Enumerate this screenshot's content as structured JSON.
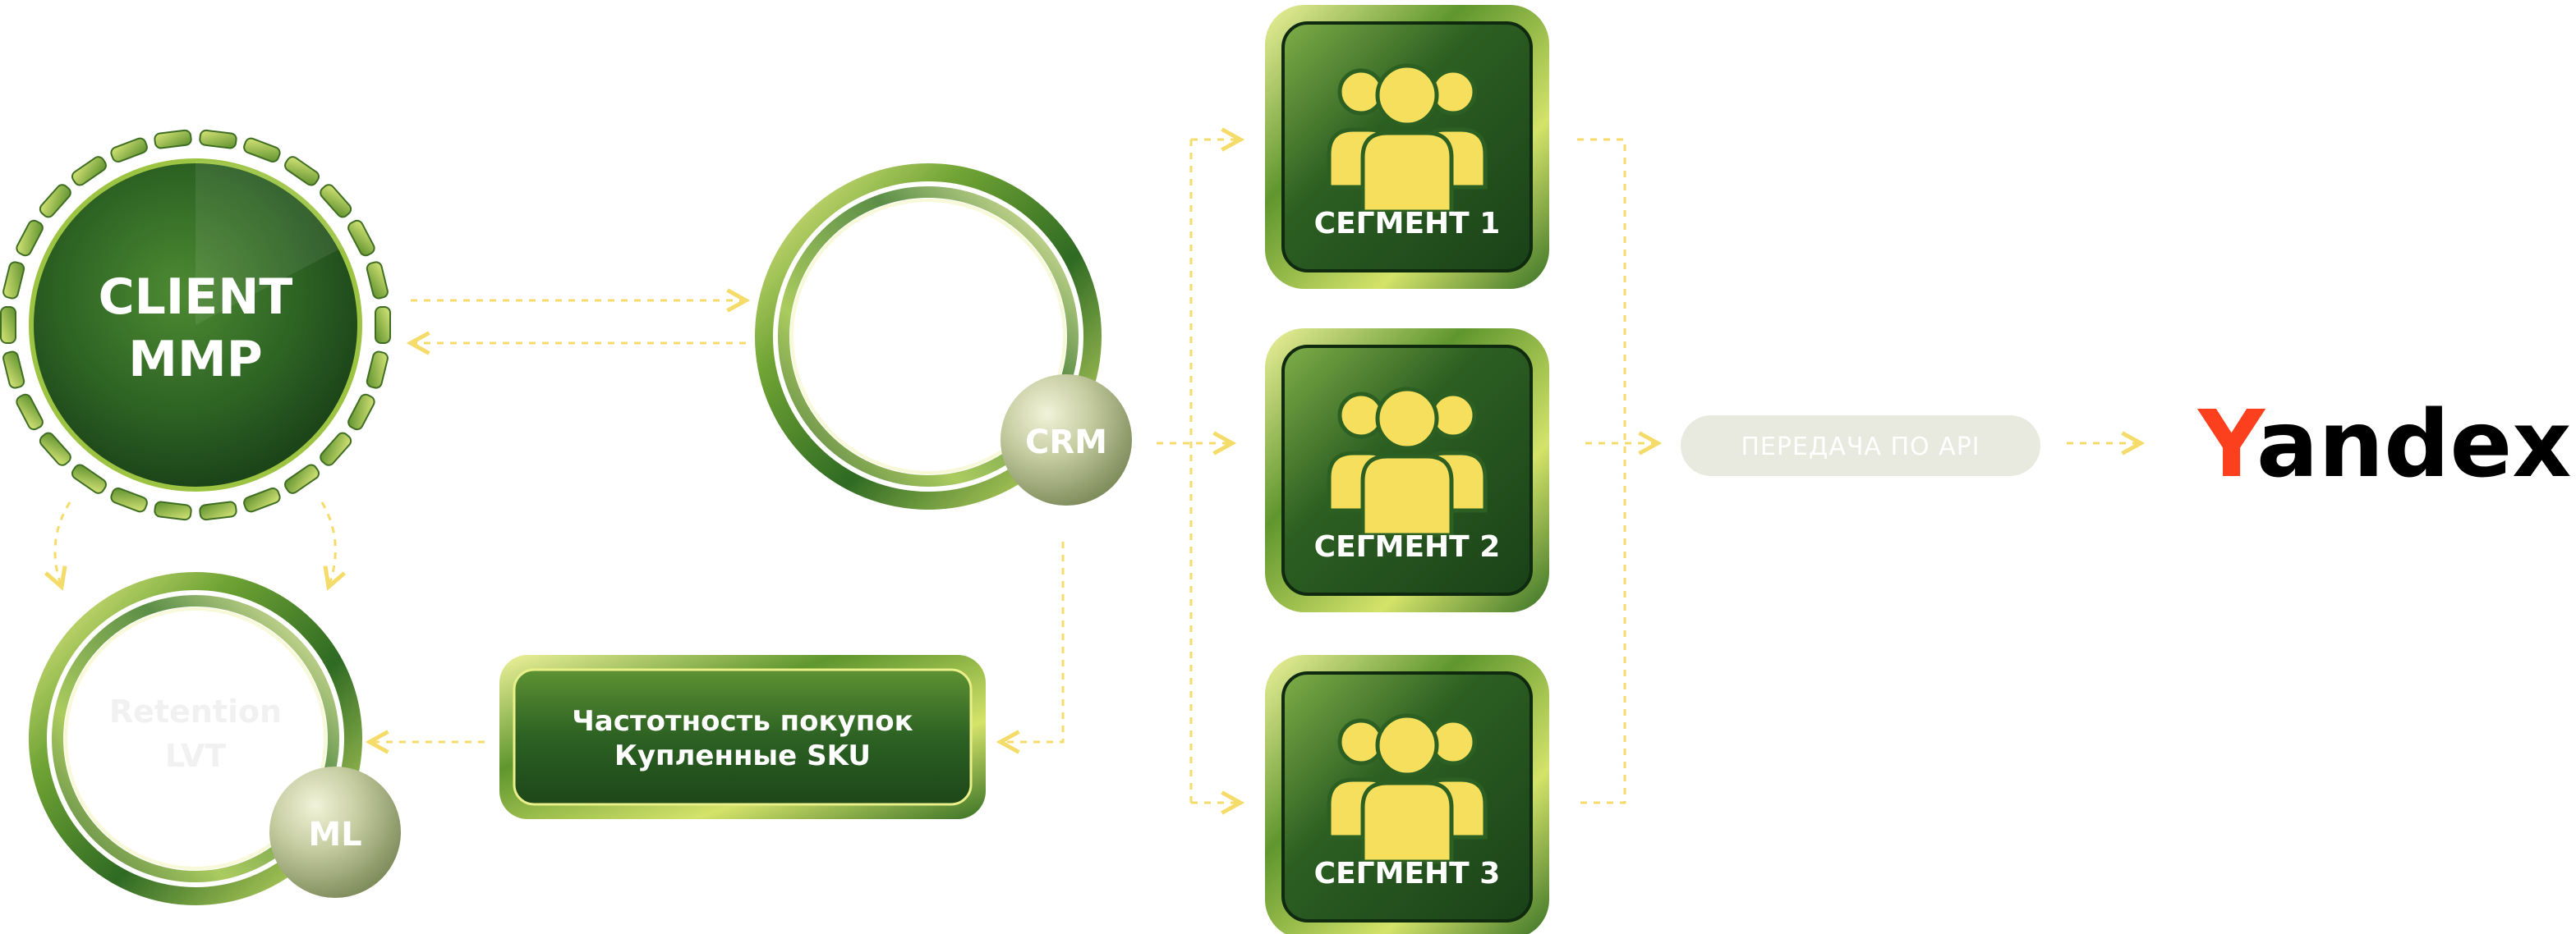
{
  "nodes": {
    "client_mmp": {
      "line1": "CLIENT",
      "line2": "MMP"
    },
    "crm": {
      "badge": "CRM"
    },
    "ml": {
      "badge": "ML",
      "faint_line1": "Retention",
      "faint_line2": "LVT"
    },
    "purchase_info": {
      "line1": "Частотность покупок",
      "line2": "Купленные SKU"
    },
    "segments": [
      {
        "label": "СЕГМЕНТ 1"
      },
      {
        "label": "СЕГМЕНТ 2"
      },
      {
        "label": "СЕГМЕНТ 3"
      }
    ],
    "api_transfer": {
      "label": "ПЕРЕДАЧА ПО API"
    },
    "yandex": {
      "first_letter": "Y",
      "rest": "andex"
    }
  },
  "colors": {
    "arrow": "#f5dc6a",
    "accent_yellow": "#f6df5c",
    "dark_green": "#1f4d1e",
    "mid_green": "#3f7a2c",
    "light_green": "#a8c84b",
    "yandex_red": "#fc3f1d",
    "pill_bg": "#e9eadf"
  }
}
